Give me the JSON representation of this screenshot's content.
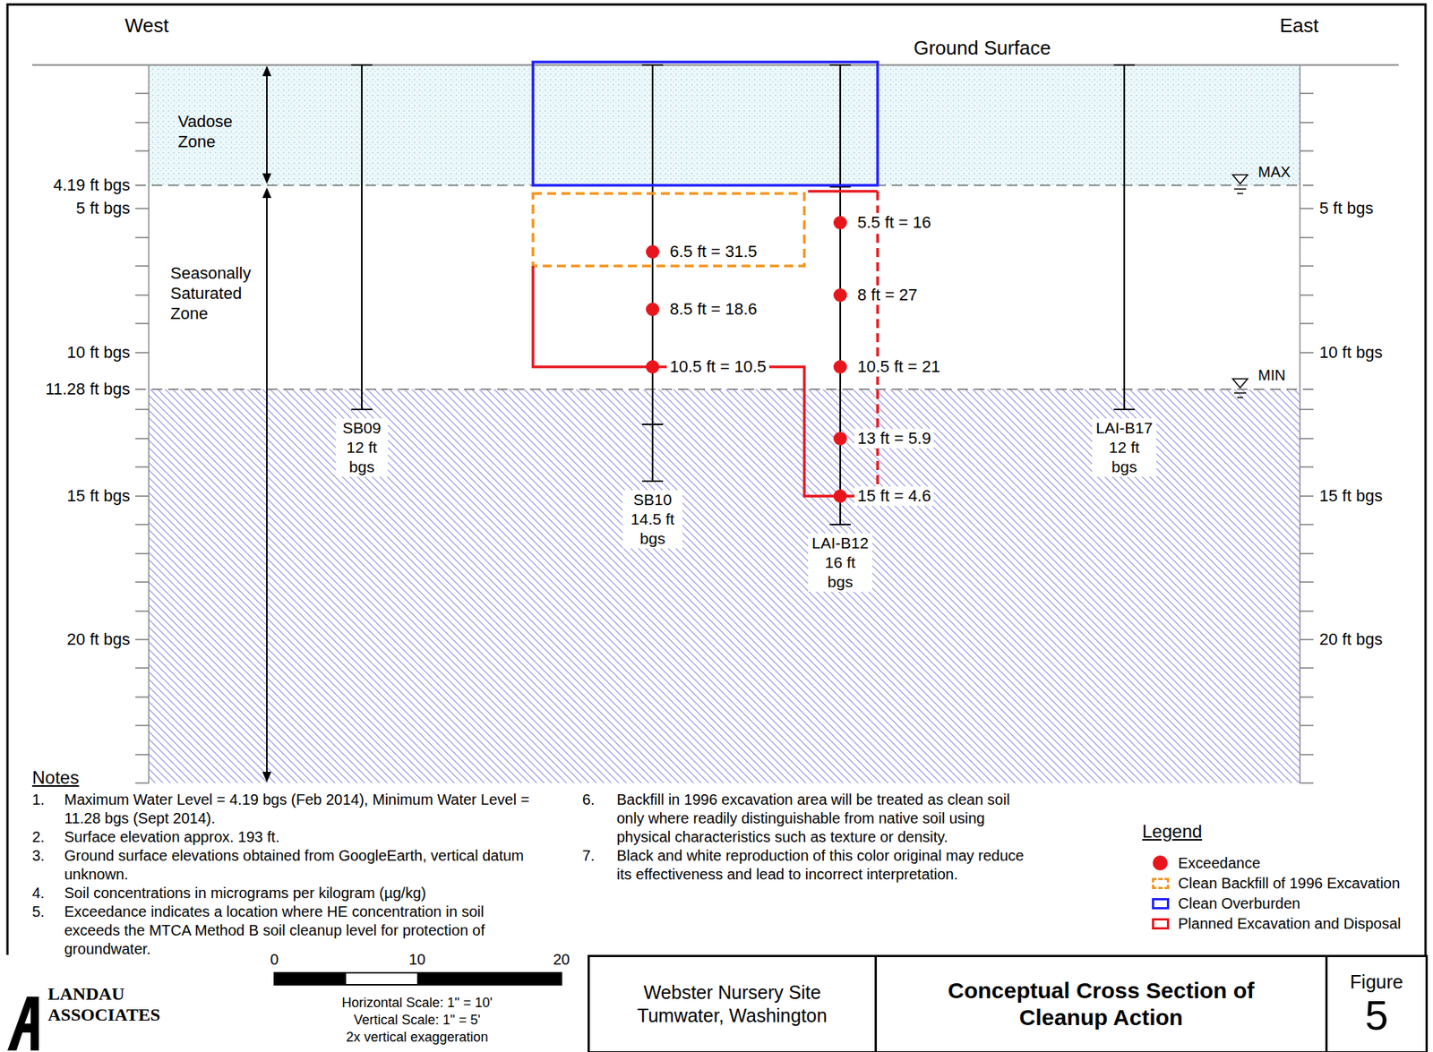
{
  "diagram": {
    "nodes": [
      {
        "text": [
          "Webster Nursery Site Tumwater, Washington"
        ]
      },
      {
        "text": [
          "Conceptual Cross Section of Cleanup Action"
        ]
      },
      {
        "text": [
          "Figure",
          "5"
        ]
      }
    ],
    "labels": [
      "West",
      "East",
      "Ground Surface",
      "Vadose Zone",
      "Seasonally Saturated Zone",
      "4.19 ft bgs",
      "5 ft bgs",
      "10 ft bgs",
      "11.28 ft bgs",
      "15 ft bgs",
      "20 ft bgs",
      "5 ft bgs",
      "10 ft bgs",
      "15 ft bgs",
      "20 ft bgs",
      "MAX",
      "MIN",
      "6.5 ft = 31.5",
      "8.5 ft = 18.6",
      "10.5 ft = 10.5",
      "5.5 ft = 16",
      "8 ft = 27",
      "10.5 ft = 21",
      "13 ft = 5.9",
      "15 ft = 4.6",
      "SB09 12 ft bgs",
      "SB10 14.5 ft bgs",
      "LAI-B12 16 ft bgs",
      "LAI-B17 12 ft bgs",
      "Notes",
      "1.",
      "Maximum Water Level = 4.19 bgs (Feb 2014), Minimum Water Level = 11.28 bgs (Sept 2014).",
      "2.",
      "Surface elevation approx. 193 ft.",
      "3.",
      "Ground surface elevations obtained from GoogleEarth, vertical datum unknown.",
      "4.",
      "Soil concentrations in micrograms per kilogram (µg/kg)",
      "5.",
      "Exceedance indicates a location where HE concentration in soil exceeds the MTCA Method B soil cleanup level for protection of groundwater.",
      "6.",
      "Backfill in 1996 excavation area will be treated as clean soil only where readily distinguishable from native soil using physical characteristics such as texture or density.",
      "7.",
      "Black and white reproduction of this color original may reduce its effectiveness and lead to incorrect interpretation.",
      "0",
      "10",
      "20",
      "Horizontal Scale: 1\" = 10'",
      "Vertical Scale: 1\" = 5'",
      "2x vertical exaggeration",
      "LANDAU ASSOCIATES",
      "Legend"
    ],
    "legend": [
      {
        "text": "Exceedance",
        "color": "#e8161c"
      },
      {
        "text": "Clean Backfill of 1996 Excavation"
      },
      {
        "text": "Clean Overburden"
      },
      {
        "text": "Planned Excavation and Disposal"
      }
    ]
  }
}
